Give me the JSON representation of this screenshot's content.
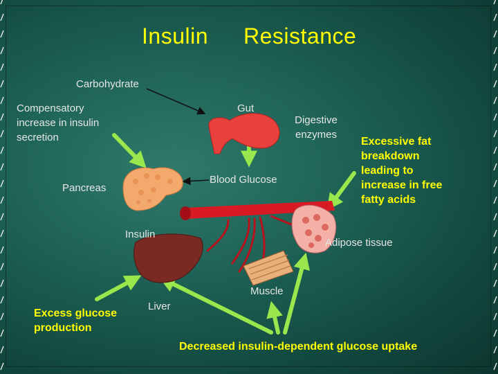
{
  "title": {
    "word1": "Insulin",
    "word2": "Resistance"
  },
  "labels": {
    "carbohydrate": "Carbohydrate",
    "compensatory": "Compensatory increase in insulin secretion",
    "gut": "Gut",
    "digestive_enzymes": "Digestive enzymes",
    "excessive_fat": "Excessive fat breakdown leading to increase in free fatty acids",
    "blood_glucose": "Blood Glucose",
    "pancreas": "Pancreas",
    "insulin": "Insulin",
    "adipose_tissue": "Adipose tissue",
    "muscle": "Muscle",
    "liver": "Liver",
    "excess_glucose": "Excess glucose production",
    "decreased_uptake": "Decreased insulin-dependent glucose uptake"
  },
  "colors": {
    "title": "#ffff00",
    "label": "#e6e6e6",
    "arrow_green": "#99e64d",
    "organ_red": "#e8403c",
    "vessel_red": "#d81a24",
    "pancreas": "#f2a96b",
    "liver": "#7a2a22"
  },
  "icons": [
    "gut-icon",
    "pancreas-icon",
    "blood-vessel-icon",
    "liver-icon",
    "adipose-tissue-icon",
    "muscle-icon"
  ]
}
